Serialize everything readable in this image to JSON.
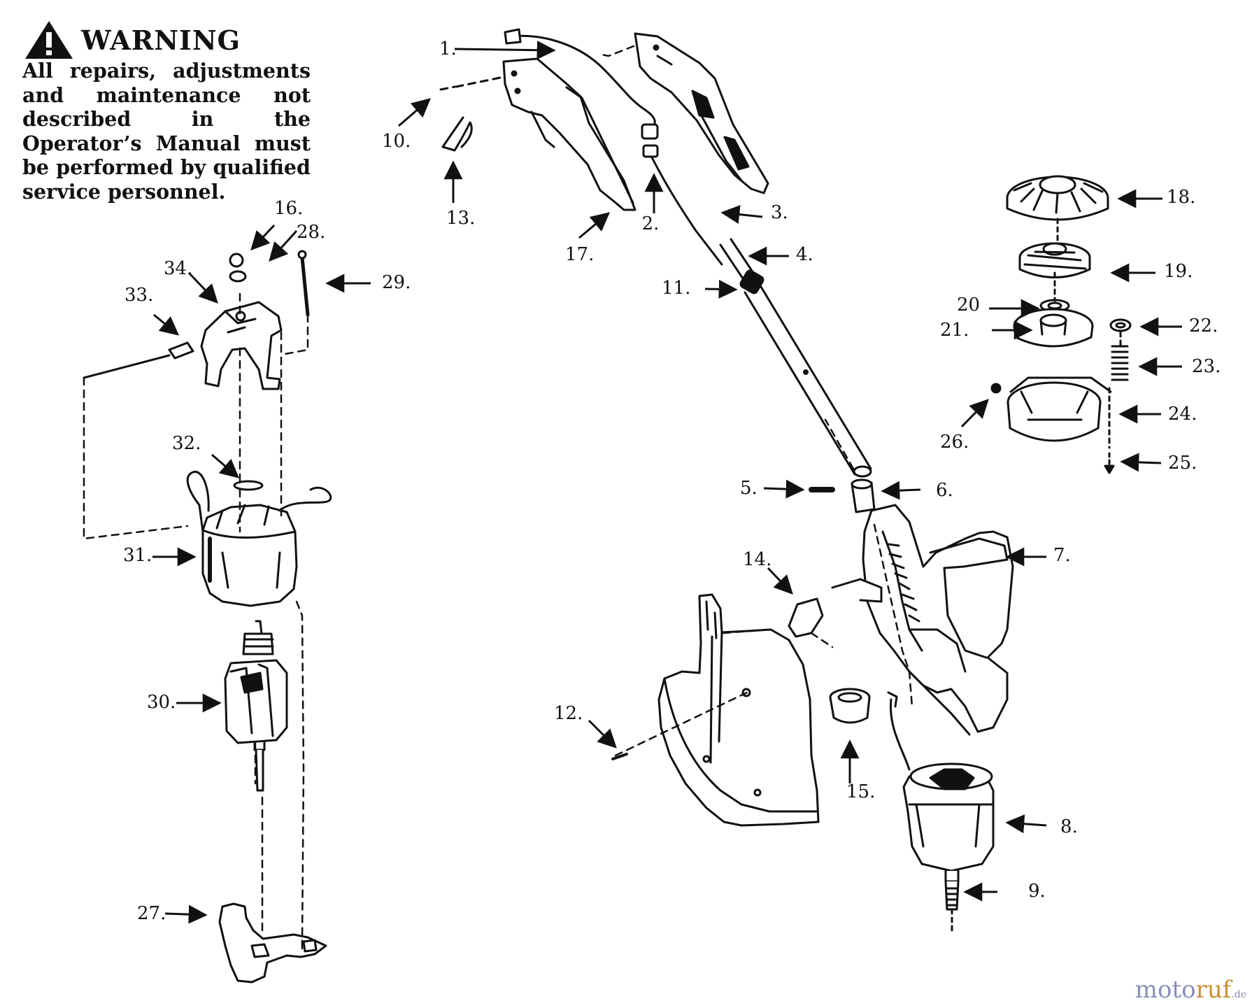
{
  "warning": {
    "title": "WARNING",
    "body": "All repairs, adjustments and maintenance not described in the Operator’s Manual must be performed by qualified service personnel."
  },
  "part_labels": [
    "1.",
    "2.",
    "3.",
    "4.",
    "5.",
    "6.",
    "7.",
    "8.",
    "9.",
    "10.",
    "11.",
    "12.",
    "13.",
    "14.",
    "15.",
    "16.",
    "17.",
    "18.",
    "19.",
    "20",
    "21.",
    "22.",
    "23.",
    "24.",
    "25.",
    "26.",
    "27.",
    "28.",
    "29.",
    "30.",
    "31.",
    "32.",
    "33.",
    "34."
  ],
  "watermark": {
    "main": "moto",
    "accent": "ruf",
    "suffix": ".de"
  },
  "colors": {
    "ink": "#111111",
    "paper": "#ffffff",
    "watermark_blue": "#8a8fb8",
    "watermark_orange": "#c7912f"
  }
}
